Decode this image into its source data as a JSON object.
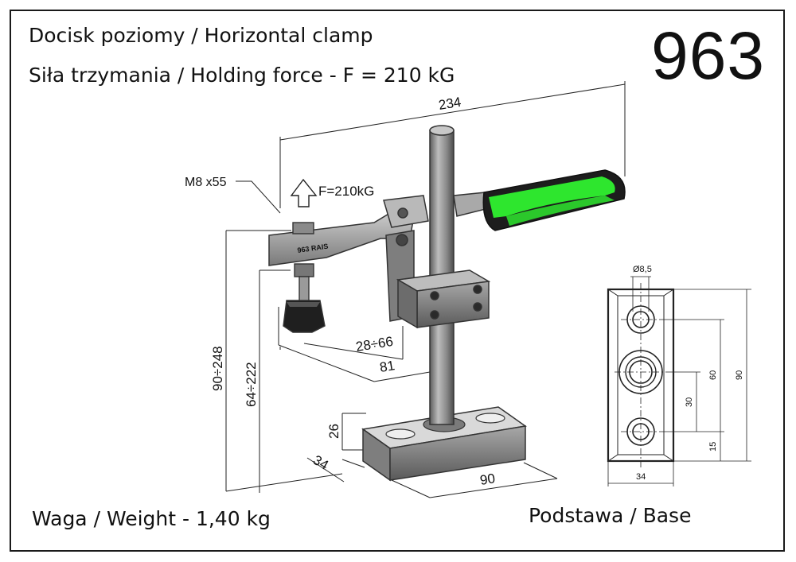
{
  "header": {
    "title_line1": "Docisk poziomy / Horizontal clamp",
    "title_line2": "Siła trzymania / Holding force - F = 210 kG",
    "model_number": "963"
  },
  "footer": {
    "weight": "Waga / Weight - 1,40 kg",
    "base_caption": "Podstawa / Base"
  },
  "drawing": {
    "overall_length": "234",
    "screw_spec": "M8 x55",
    "force_label": "F=210kG",
    "arm_engraving": "963 RAIS",
    "height_range": "90÷248",
    "spindle_height_range": "64÷222",
    "reach_range": "28÷66",
    "reach_to_post": "81",
    "base_height": "26",
    "base_width": "34",
    "base_length": "90"
  },
  "base_view": {
    "hole_diameter": "Ø8,5",
    "dim_total": "90",
    "dim_holes": "60",
    "dim_center": "30",
    "dim_edge": "15",
    "dim_width": "34"
  },
  "colors": {
    "handle_green": "#2ee62e",
    "handle_dark": "#1d1d1d",
    "metal": "#9a9a9a",
    "line": "#222222"
  }
}
